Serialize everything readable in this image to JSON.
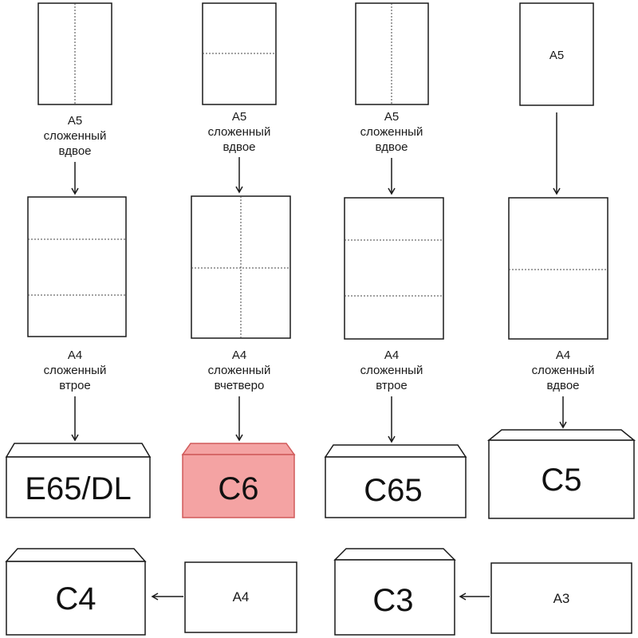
{
  "columns": [
    {
      "top_caption": [
        "A5",
        "сложенный",
        "вдвое"
      ],
      "mid_caption": [
        "A4",
        "сложенный",
        "втрое"
      ],
      "envelope": "E65/DL"
    },
    {
      "top_caption": [
        "A5",
        "сложенный",
        "вдвое"
      ],
      "mid_caption": [
        "A4",
        "сложенный",
        "вчетверо"
      ],
      "envelope": "C6"
    },
    {
      "top_caption": [
        "A5",
        "сложенный",
        "вдвое"
      ],
      "mid_caption": [
        "A4",
        "сложенный",
        "втрое"
      ],
      "envelope": "C65"
    },
    {
      "top_label": "A5",
      "mid_caption": [
        "A4",
        "сложенный",
        "вдвое"
      ],
      "envelope": "C5"
    }
  ],
  "bottom": [
    {
      "envelope": "C4",
      "sheet": "A4"
    },
    {
      "envelope": "C3",
      "sheet": "A3"
    }
  ],
  "colors": {
    "highlight_fill": "#f4a3a3",
    "highlight_stroke": "#d05a5a"
  }
}
